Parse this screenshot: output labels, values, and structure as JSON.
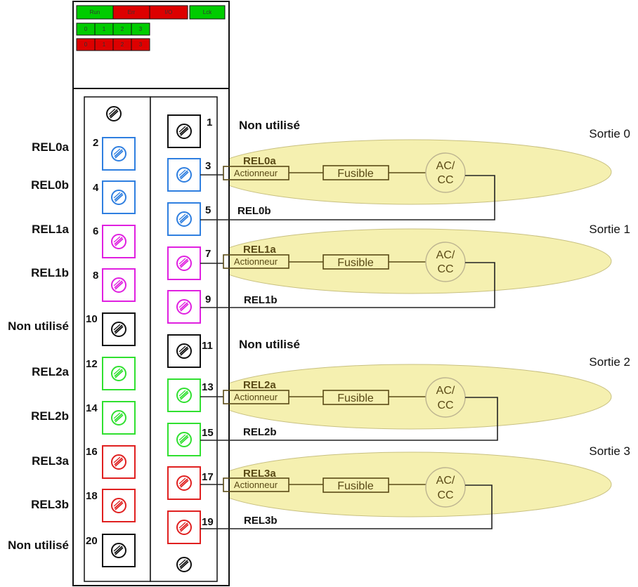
{
  "module": {
    "status_leds": [
      {
        "label": "Run",
        "color": "#00cc00"
      },
      {
        "label": "Err",
        "color": "#dd0000"
      },
      {
        "label": "I/O",
        "color": "#dd0000"
      },
      {
        "label": "Lck",
        "color": "#00cc00"
      }
    ],
    "channel_leds_green": [
      "0",
      "1",
      "2",
      "3"
    ],
    "channel_leds_red": [
      "0",
      "1",
      "2",
      "3"
    ],
    "green_color": "#00cc00",
    "red_color": "#dd0000"
  },
  "left_labels": {
    "row2": "REL0a",
    "row4": "REL0b",
    "row6": "REL1a",
    "row8": "REL1b",
    "row10": "Non utilisé",
    "row12": "REL2a",
    "row14": "REL2b",
    "row16": "REL3a",
    "row18": "REL3b",
    "row20": "Non utilisé"
  },
  "right_labels": {
    "row1": "Non utilisé",
    "row11": "Non utilisé"
  },
  "terminal_numbers": {
    "t1": "1",
    "t2": "2",
    "t3": "3",
    "t4": "4",
    "t5": "5",
    "t6": "6",
    "t7": "7",
    "t8": "8",
    "t9": "9",
    "t10": "10",
    "t11": "11",
    "t12": "12",
    "t13": "13",
    "t14": "14",
    "t15": "15",
    "t16": "16",
    "t17": "17",
    "t18": "18",
    "t19": "19",
    "t20": "20"
  },
  "terminal_colors": {
    "black": "#111111",
    "blue": "#2f7fe0",
    "magenta": "#e020e0",
    "green": "#30e030",
    "red": "#e02020"
  },
  "outputs": [
    {
      "title": "Sortie 0",
      "rel_a": "REL0a",
      "rel_b": "REL0b",
      "actuator": "Actionneur",
      "fuse": "Fusible",
      "supply_line1": "AC/",
      "supply_line2": "CC"
    },
    {
      "title": "Sortie 1",
      "rel_a": "REL1a",
      "rel_b": "REL1b",
      "actuator": "Actionneur",
      "fuse": "Fusible",
      "supply_line1": "AC/",
      "supply_line2": "CC"
    },
    {
      "title": "Sortie 2",
      "rel_a": "REL2a",
      "rel_b": "REL2b",
      "actuator": "Actionneur",
      "fuse": "Fusible",
      "supply_line1": "AC/",
      "supply_line2": "CC"
    },
    {
      "title": "Sortie 3",
      "rel_a": "REL3a",
      "rel_b": "REL3b",
      "actuator": "Actionneur",
      "fuse": "Fusible",
      "supply_line1": "AC/",
      "supply_line2": "CC"
    }
  ],
  "ellipse_color": "#f5f0b0",
  "wire_color": "#222222"
}
